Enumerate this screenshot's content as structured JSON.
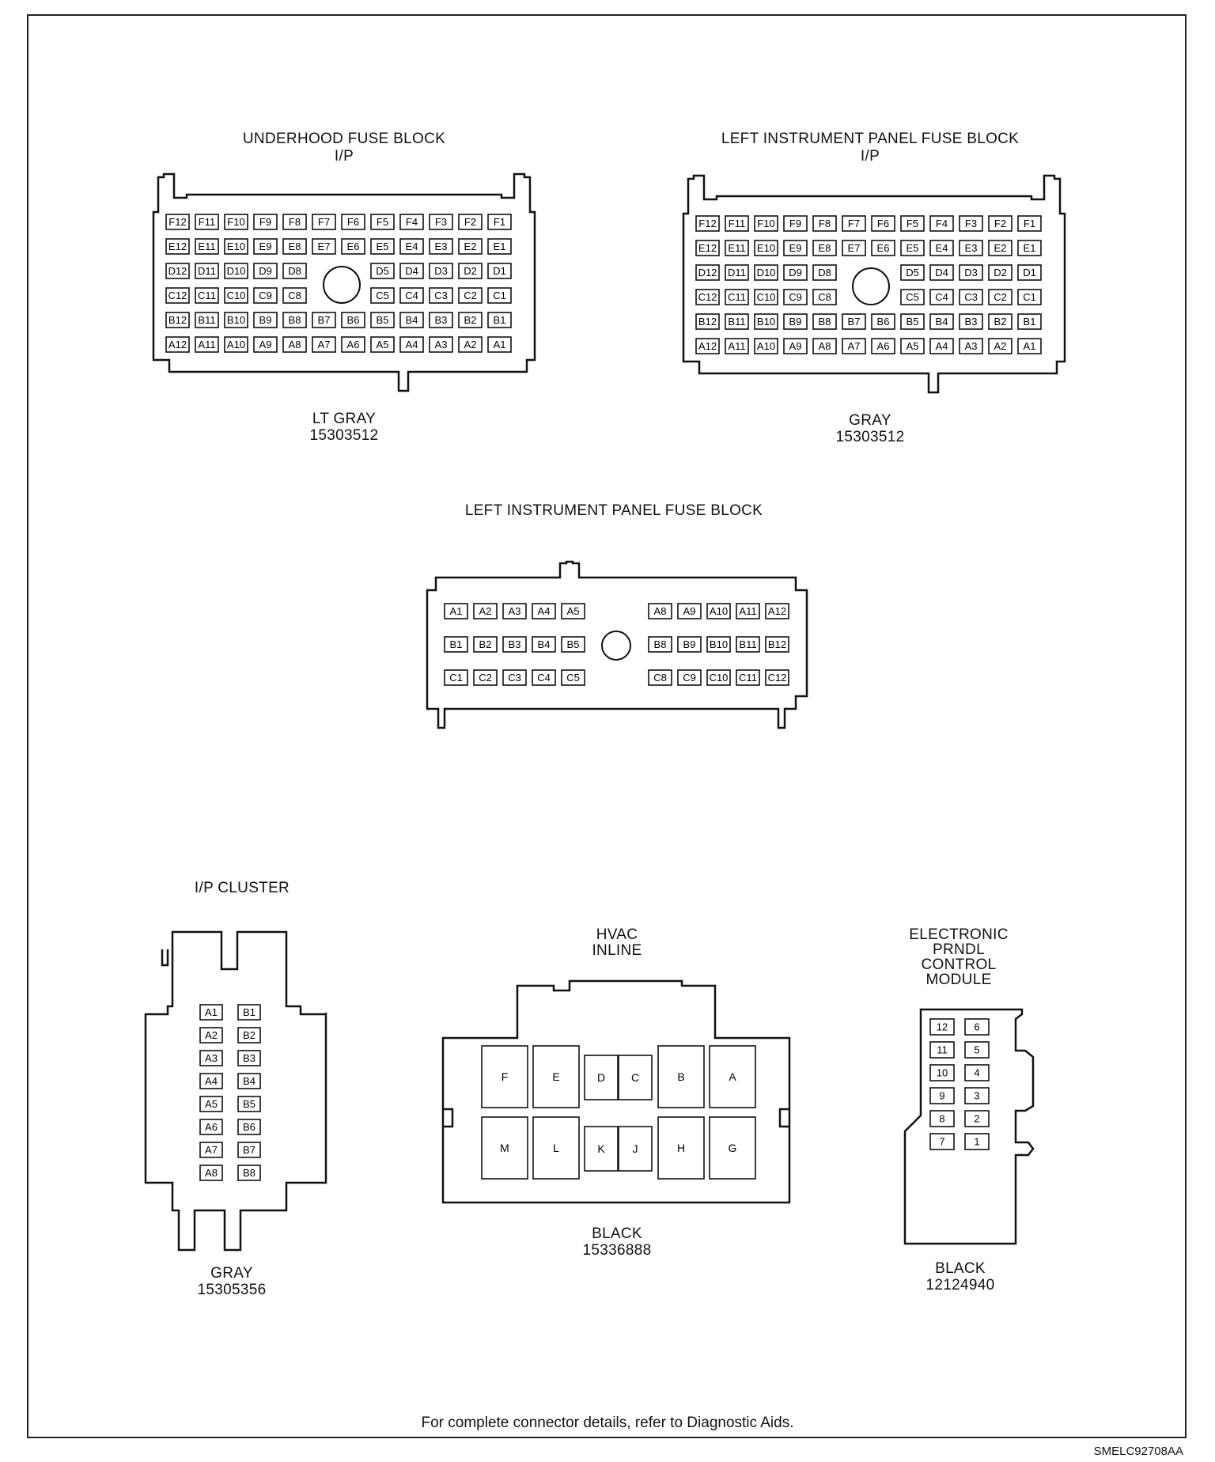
{
  "connectors": {
    "underhood": {
      "title": "UNDERHOOD FUSE BLOCK",
      "subtitle": "I/P",
      "color": "LT GRAY",
      "part_number": "15303512"
    },
    "left_ip_1": {
      "title": "LEFT INSTRUMENT PANEL FUSE BLOCK",
      "subtitle": "I/P",
      "color": "GRAY",
      "part_number": "15303512"
    },
    "left_ip_2": {
      "title": "LEFT INSTRUMENT PANEL FUSE BLOCK"
    },
    "ip_cluster": {
      "title": "I/P CLUSTER",
      "color": "GRAY",
      "part_number": "15305356"
    },
    "hvac": {
      "title_line1": "HVAC",
      "title_line2": "INLINE",
      "color": "BLACK",
      "part_number": "15336888"
    },
    "prndl": {
      "title_line1": "ELECTRONIC",
      "title_line2": "PRNDL",
      "title_line3": "CONTROL",
      "title_line4": "MODULE",
      "color": "BLACK",
      "part_number": "12124940"
    }
  },
  "fuse_grid": {
    "rows": [
      "F",
      "E",
      "D",
      "C",
      "B",
      "A"
    ],
    "count": 12,
    "gap_rows": [
      "D",
      "C"
    ],
    "gap_pins": [
      6,
      7
    ]
  },
  "left_ip_2_grid": {
    "rows": [
      "A",
      "B",
      "C"
    ],
    "left": [
      1,
      2,
      3,
      4,
      5
    ],
    "right": [
      8,
      9,
      10,
      11,
      12
    ]
  },
  "cluster_pins": {
    "left": [
      "A1",
      "A2",
      "A3",
      "A4",
      "A5",
      "A6",
      "A7",
      "A8"
    ],
    "right": [
      "B1",
      "B2",
      "B3",
      "B4",
      "B5",
      "B6",
      "B7",
      "B8"
    ]
  },
  "hvac_cavities": {
    "top": [
      "F",
      "E",
      "D",
      "C",
      "B",
      "A"
    ],
    "bottom": [
      "M",
      "L",
      "K",
      "J",
      "H",
      "G"
    ]
  },
  "prndl_pins": {
    "left": [
      "12",
      "11",
      "10",
      "9",
      "8",
      "7"
    ],
    "right": [
      "6",
      "5",
      "4",
      "3",
      "2",
      "1"
    ]
  },
  "footer": "For complete connector details, refer to Diagnostic Aids.",
  "figure_code": "SMELC92708AA"
}
